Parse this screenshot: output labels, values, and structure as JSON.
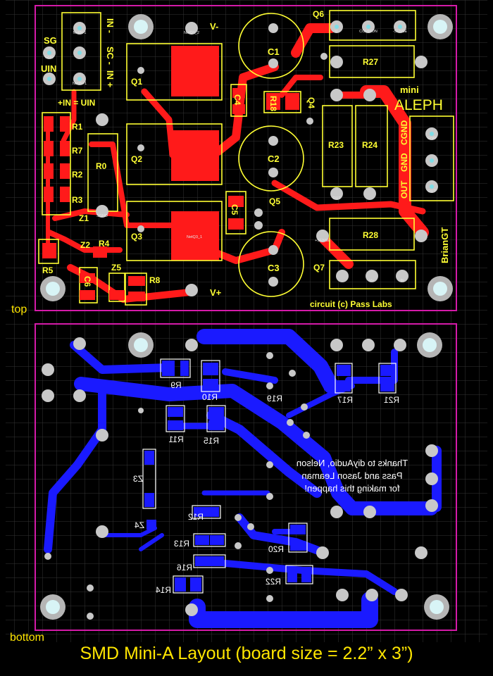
{
  "caption": "SMD Mini-A Layout (board size = 2.2” x 3”)",
  "colors": {
    "background": "#000000",
    "grid": "#3a3a3a",
    "outline": "#d41aa8",
    "top_copper": "#ff1a1a",
    "bottom_copper": "#1a1aff",
    "silkscreen": "#ffff33",
    "pad": "#c8c8c8"
  },
  "side_labels": {
    "top": "top",
    "bottom": "bottom"
  },
  "top_layer": {
    "credits": {
      "title_small": "mini",
      "title_big": "ALEPH",
      "author": "BrianGT",
      "circuit": "circuit (c) Pass Labs"
    },
    "connector_labels": [
      "SG",
      "UIN",
      "IN -",
      "SC -",
      "IN +",
      "+IN = UIN",
      "OUT",
      "GND",
      "CGND",
      "V-",
      "V+"
    ],
    "components": [
      "Q1",
      "Q2",
      "Q3",
      "Q4",
      "Q5",
      "Q6",
      "Q7",
      "C1",
      "C2",
      "C3",
      "C4",
      "C5",
      "C6",
      "R0",
      "R1",
      "R2",
      "R3",
      "R4",
      "R5",
      "R7",
      "R8",
      "R18",
      "R23",
      "R24",
      "R27",
      "R28",
      "Z1",
      "Z2",
      "Z5"
    ],
    "pad_labels": [
      "NetIN-1",
      "GND",
      "NetIN+1",
      "SGND",
      "NetQ1_2",
      "OUT",
      "NetQ3_1",
      "COMMON",
      "-SENSE",
      "+SENSE",
      "V+",
      "IN",
      "V-",
      "GND",
      "OUT"
    ]
  },
  "bottom_layer": {
    "note": [
      "Thanks to diyAudio, Nelson",
      "Pass and Jason Leaman",
      "for making this happen!"
    ],
    "components": [
      "R9",
      "R10",
      "R11",
      "R12",
      "R13",
      "R14",
      "R15",
      "R16",
      "R17",
      "R19",
      "R20",
      "R21",
      "R22",
      "Z3",
      "Z4"
    ]
  }
}
